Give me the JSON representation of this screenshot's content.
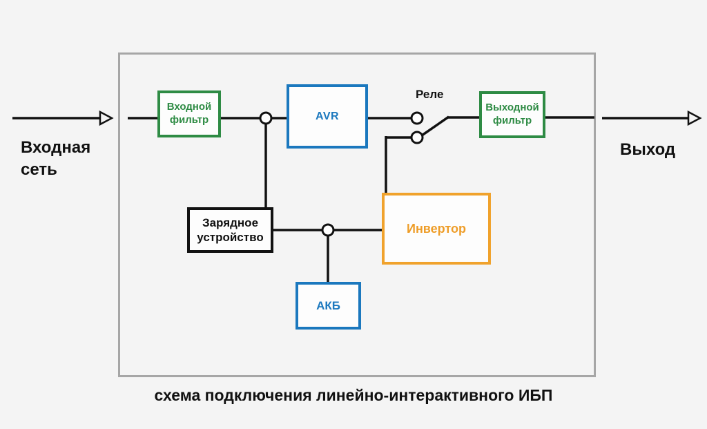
{
  "diagram": {
    "caption": "схема подключения линейно-интерактивного ИБП",
    "input_label": "Входная\nсеть",
    "output_label": "Выход",
    "relay_label": "Реле",
    "blocks": {
      "input_filter": "Входной\nфильтр",
      "avr": "AVR",
      "output_filter": "Выходной\nфильтр",
      "charger": "Зарядное\nустройство",
      "inverter": "Инвертор",
      "battery": "АКБ"
    },
    "colors": {
      "green": "#2e8b44",
      "blue": "#1b78be",
      "orange": "#f0a22c",
      "wire_black": "#111111",
      "container_border": "#a6a6a6",
      "background": "#f4f4f4",
      "block_fill": "#fdfdfd"
    }
  }
}
